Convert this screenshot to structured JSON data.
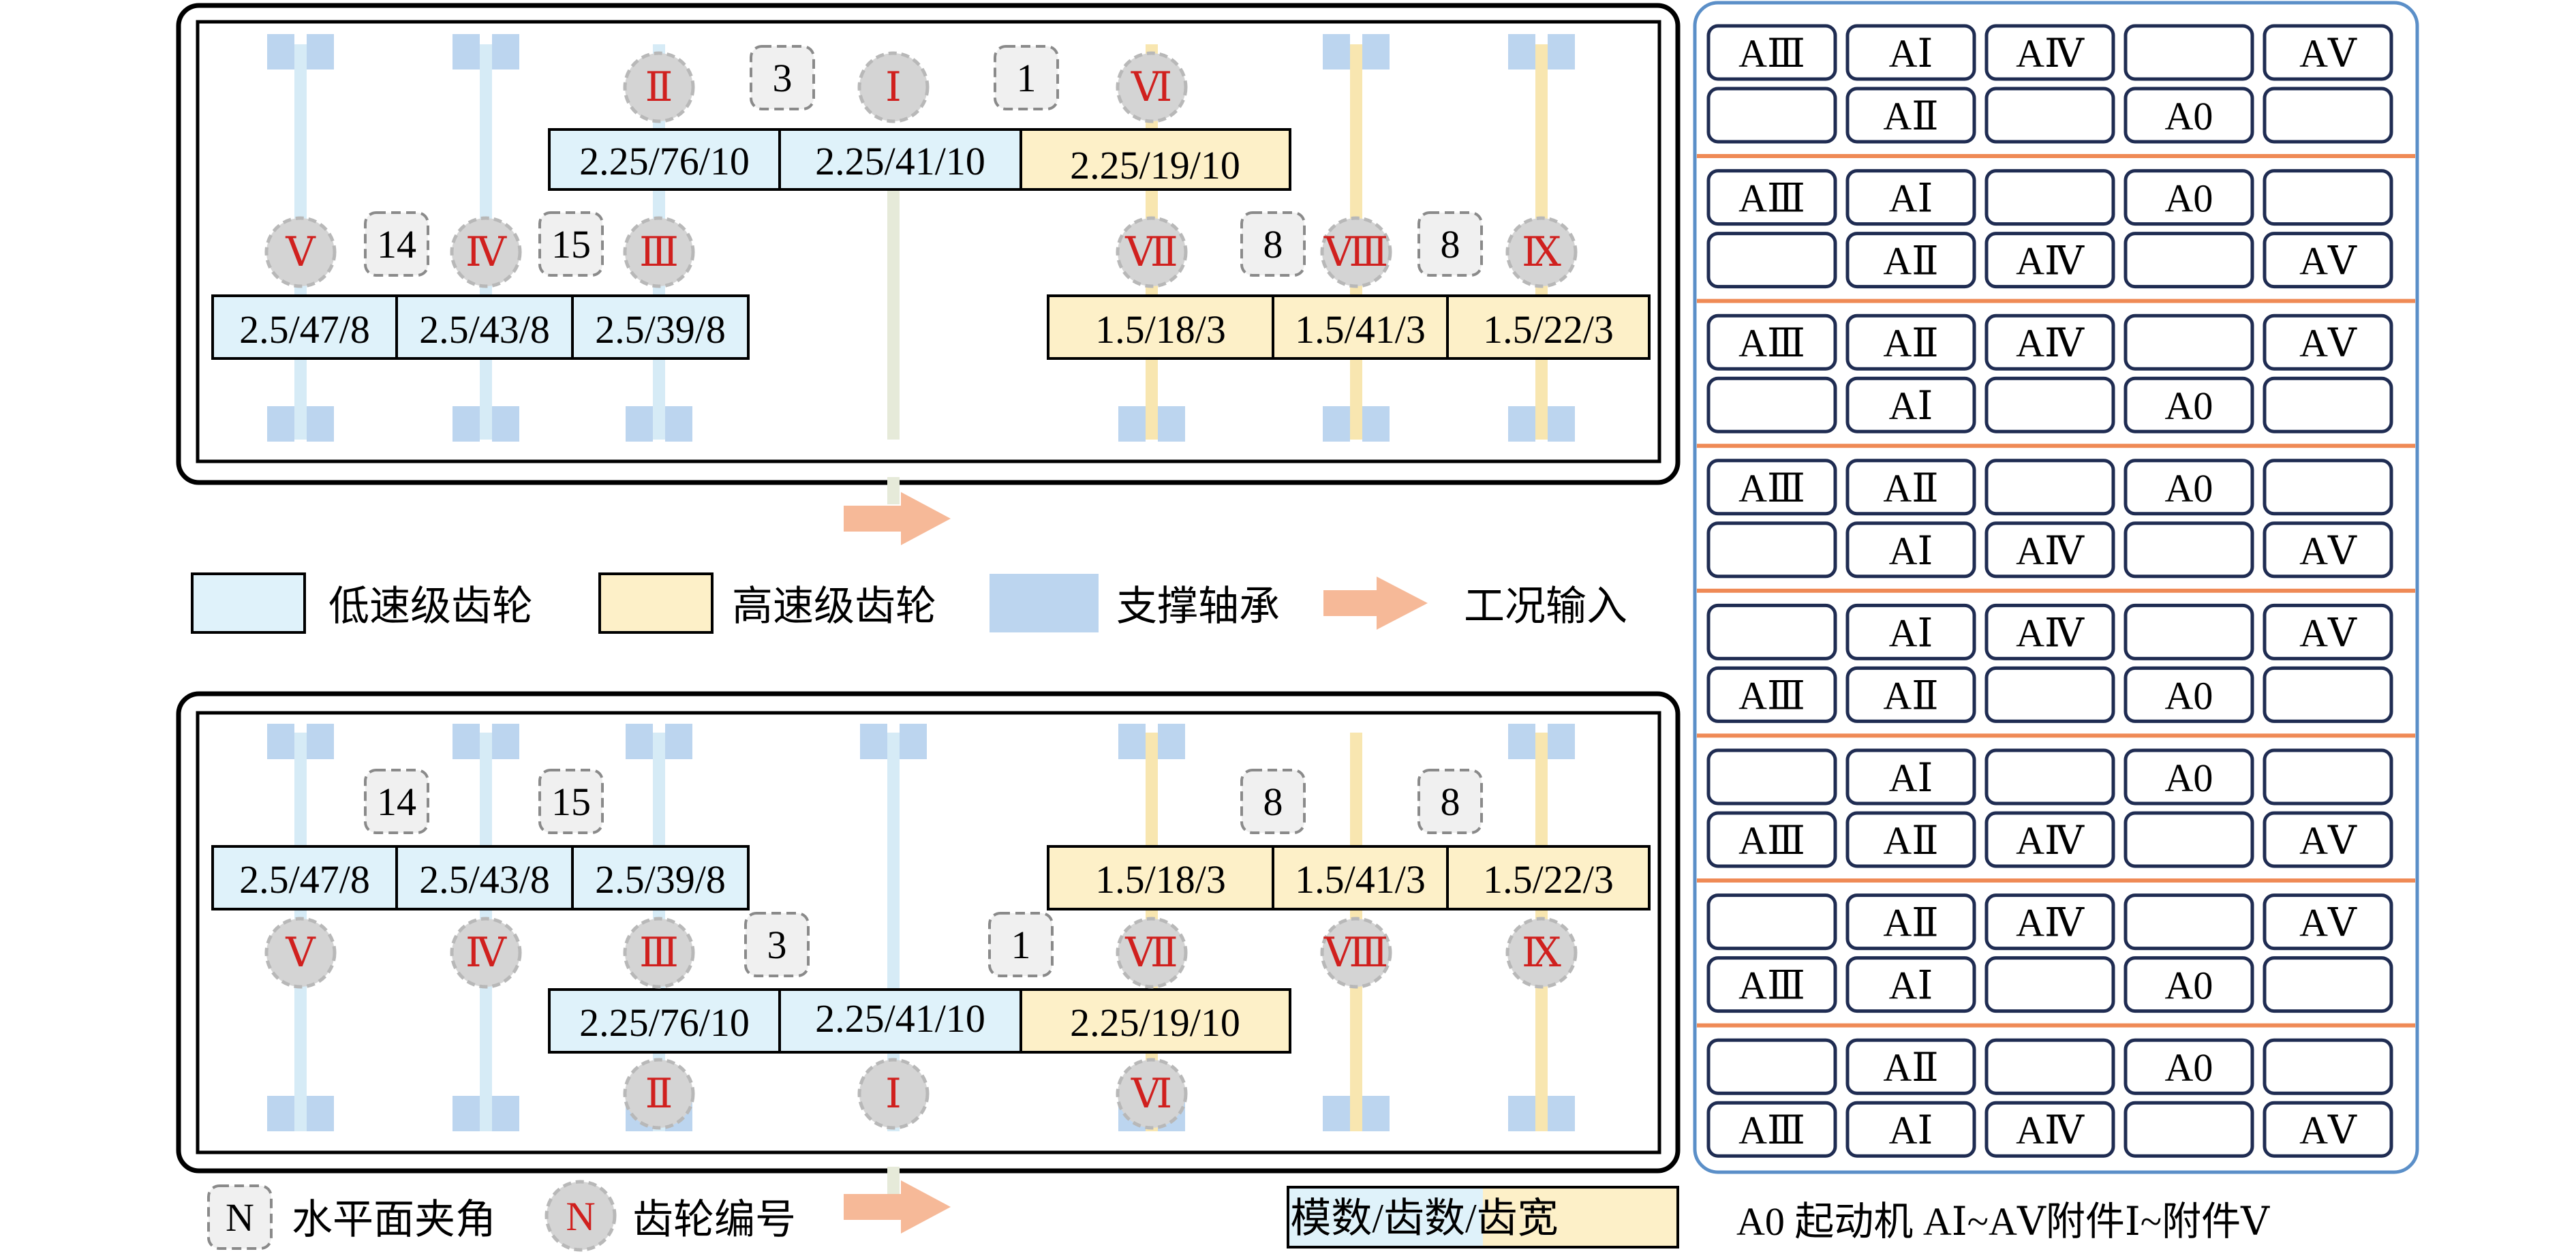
{
  "colors": {
    "low_speed": "#dff2fa",
    "high_speed": "#fdf0c8",
    "bearing": "#bcd5ef",
    "low_shaft": "#d6ebf6",
    "high_shaft": "#f8e6b0",
    "mid_shaft": "#e6ead9",
    "arrow": "#f6b998",
    "gear_circle": "#d4d4d4",
    "gear_label": "#d0201e",
    "angle_fill": "#f0f0f0",
    "right_border": "#5b8fc8",
    "right_separator": "#ef8a56",
    "frame": "#000000"
  },
  "top_config": {
    "angle_labels": {
      "a": "3",
      "b": "1",
      "c": "14",
      "d": "15",
      "e": "8",
      "f": "8"
    },
    "gear_labels": {
      "g1": "Ⅱ",
      "g2": "Ⅰ",
      "g3": "Ⅵ",
      "g4": "Ⅴ",
      "g5": "Ⅳ",
      "g6": "Ⅲ",
      "g7": "Ⅶ",
      "g8": "Ⅷ",
      "g9": "Ⅸ"
    },
    "gear_specs": {
      "s1": "2.25/76/10",
      "s2": "2.25/41/10",
      "s3": "2.25/19/10",
      "s4": "2.5/47/8",
      "s5": "2.5/43/8",
      "s6": "2.5/39/8",
      "s7": "1.5/18/3",
      "s8": "1.5/41/3",
      "s9": "1.5/22/3"
    }
  },
  "bottom_config": {
    "angle_labels": {
      "a": "14",
      "b": "15",
      "c": "8",
      "d": "8",
      "e": "3",
      "f": "1"
    },
    "gear_labels": {
      "g1": "Ⅴ",
      "g2": "Ⅳ",
      "g3": "Ⅲ",
      "g4": "Ⅶ",
      "g5": "Ⅷ",
      "g6": "Ⅸ",
      "g7": "Ⅱ",
      "g8": "Ⅰ",
      "g9": "Ⅵ"
    },
    "gear_specs": {
      "s1": "2.5/47/8",
      "s2": "2.5/43/8",
      "s3": "2.5/39/8",
      "s4": "1.5/18/3",
      "s5": "1.5/41/3",
      "s6": "1.5/22/3",
      "s7": "2.25/76/10",
      "s8": "2.25/41/10",
      "s9": "2.25/19/10"
    }
  },
  "legend": {
    "low_speed": "低速级齿轮",
    "high_speed": "高速级齿轮",
    "bearing": "支撑轴承",
    "input": "工况输入",
    "angle_symbol": "N",
    "angle_desc": "水平面夹角",
    "gear_symbol": "N",
    "gear_desc": "齿轮编号",
    "spec_format": "模数/齿数/齿宽",
    "components_desc": "A0 起动机 AⅠ~AⅤ附件Ⅰ~附件Ⅴ"
  },
  "arrangements": [
    {
      "row1": [
        "AⅢ",
        "AⅠ",
        "AⅣ",
        "",
        "AⅤ"
      ],
      "row2": [
        "",
        "AⅡ",
        "",
        "A0",
        ""
      ]
    },
    {
      "row1": [
        "AⅢ",
        "AⅠ",
        "",
        "A0",
        ""
      ],
      "row2": [
        "",
        "AⅡ",
        "AⅣ",
        "",
        "AⅤ"
      ]
    },
    {
      "row1": [
        "AⅢ",
        "AⅡ",
        "AⅣ",
        "",
        "AⅤ"
      ],
      "row2": [
        "",
        "AⅠ",
        "",
        "A0",
        ""
      ]
    },
    {
      "row1": [
        "AⅢ",
        "AⅡ",
        "",
        "A0",
        ""
      ],
      "row2": [
        "",
        "AⅠ",
        "AⅣ",
        "",
        "AⅤ"
      ]
    },
    {
      "row1": [
        "",
        "AⅠ",
        "AⅣ",
        "",
        "AⅤ"
      ],
      "row2": [
        "AⅢ",
        "AⅡ",
        "",
        "A0",
        ""
      ]
    },
    {
      "row1": [
        "",
        "AⅠ",
        "",
        "A0",
        ""
      ],
      "row2": [
        "AⅢ",
        "AⅡ",
        "AⅣ",
        "",
        "AⅤ"
      ]
    },
    {
      "row1": [
        "",
        "AⅡ",
        "AⅣ",
        "",
        "AⅤ"
      ],
      "row2": [
        "AⅢ",
        "AⅠ",
        "",
        "A0",
        ""
      ]
    },
    {
      "row1": [
        "",
        "AⅡ",
        "",
        "A0",
        ""
      ],
      "row2": [
        "AⅢ",
        "AⅠ",
        "AⅣ",
        "",
        "AⅤ"
      ]
    }
  ]
}
